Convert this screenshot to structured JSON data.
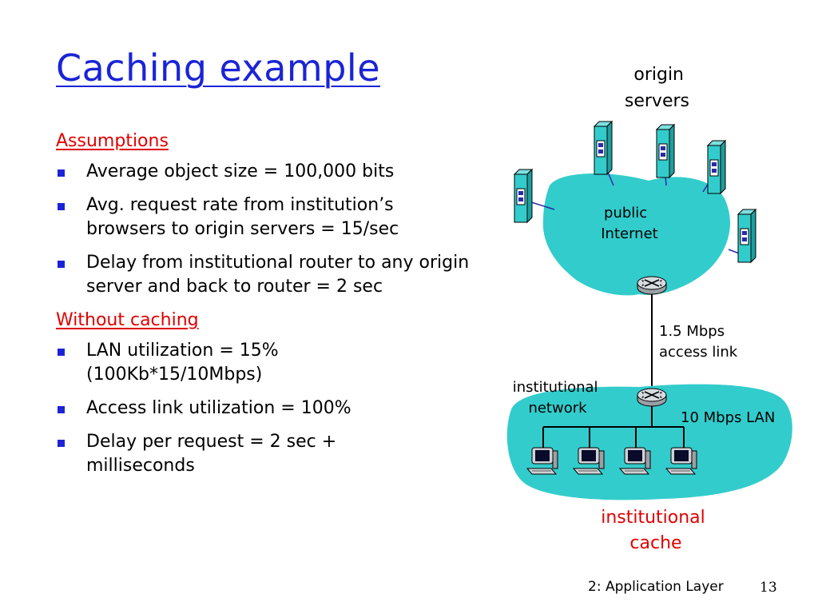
{
  "slide": {
    "title": "Caching example",
    "assumptions_heading": "Assumptions",
    "assumptions": [
      [
        "Average object size = 100,000 bits"
      ],
      [
        "Avg. request rate from institution’s",
        "browsers to origin servers = 15/sec"
      ],
      [
        "Delay from institutional router to any origin",
        "server and back to router  = 2 sec"
      ]
    ],
    "without_caching_heading": "Without caching",
    "without_caching": [
      [
        "LAN utilization = 15%",
        "(100Kb*15/10Mbps)"
      ],
      [
        "Access link utilization = 100%"
      ],
      [
        "Delay per request =  2 sec +",
        "milliseconds"
      ]
    ]
  },
  "diagram": {
    "origin_servers_label": [
      "origin",
      "servers"
    ],
    "public_internet_label": [
      "public",
      "Internet"
    ],
    "access_link_label": [
      "1.5 Mbps",
      "access link"
    ],
    "institutional_network_label": [
      "institutional",
      "network"
    ],
    "lan_label": "10 Mbps LAN",
    "institutional_cache_label": [
      "institutional",
      "cache"
    ],
    "colors": {
      "cloud": "#33cccc",
      "title_blue": "#1a24d6",
      "red_text": "#e00000",
      "link_blue": "#2a2aa8"
    }
  },
  "footer": {
    "label": "2: Application Layer",
    "page_number": "13"
  }
}
